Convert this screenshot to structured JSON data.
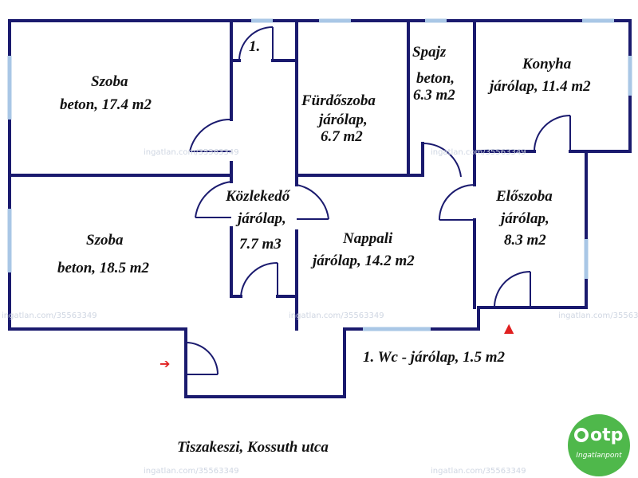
{
  "rooms": {
    "szoba1": {
      "name": "Szoba",
      "detail": "beton, 17.4 m2"
    },
    "szoba2": {
      "name": "Szoba",
      "detail": "beton, 18.5 m2"
    },
    "toilet_marker": "1.",
    "furdoszoba": {
      "name": "Fürdőszoba",
      "detail1": "járólap,",
      "detail2": "6.7 m2"
    },
    "spajz": {
      "name": "Spajz",
      "detail1": "beton,",
      "detail2": "6.3 m2"
    },
    "konyha": {
      "name": "Konyha",
      "detail": "járólap, 11.4 m2"
    },
    "kozlekedo": {
      "name": "Közlekedő",
      "detail1": "járólap,",
      "detail2": "7.7 m3"
    },
    "nappali": {
      "name": "Nappali",
      "detail": "járólap, 14.2 m2"
    },
    "eloszoba": {
      "name": "Előszoba",
      "detail1": "járólap,",
      "detail2": "8.3 m2"
    }
  },
  "wc_note": "1. Wc - járólap, 1.5 m2",
  "address": "Tiszakeszi, Kossuth utca",
  "watermark": "ingatlan.com/35563349",
  "logo": {
    "brand": "otp",
    "sub": "Ingatlanpont",
    "color": "#4fb84b"
  },
  "colors": {
    "walls": "#1a1a6e",
    "windows": "#a9c7e6",
    "entry_arrows": "#e02020"
  }
}
